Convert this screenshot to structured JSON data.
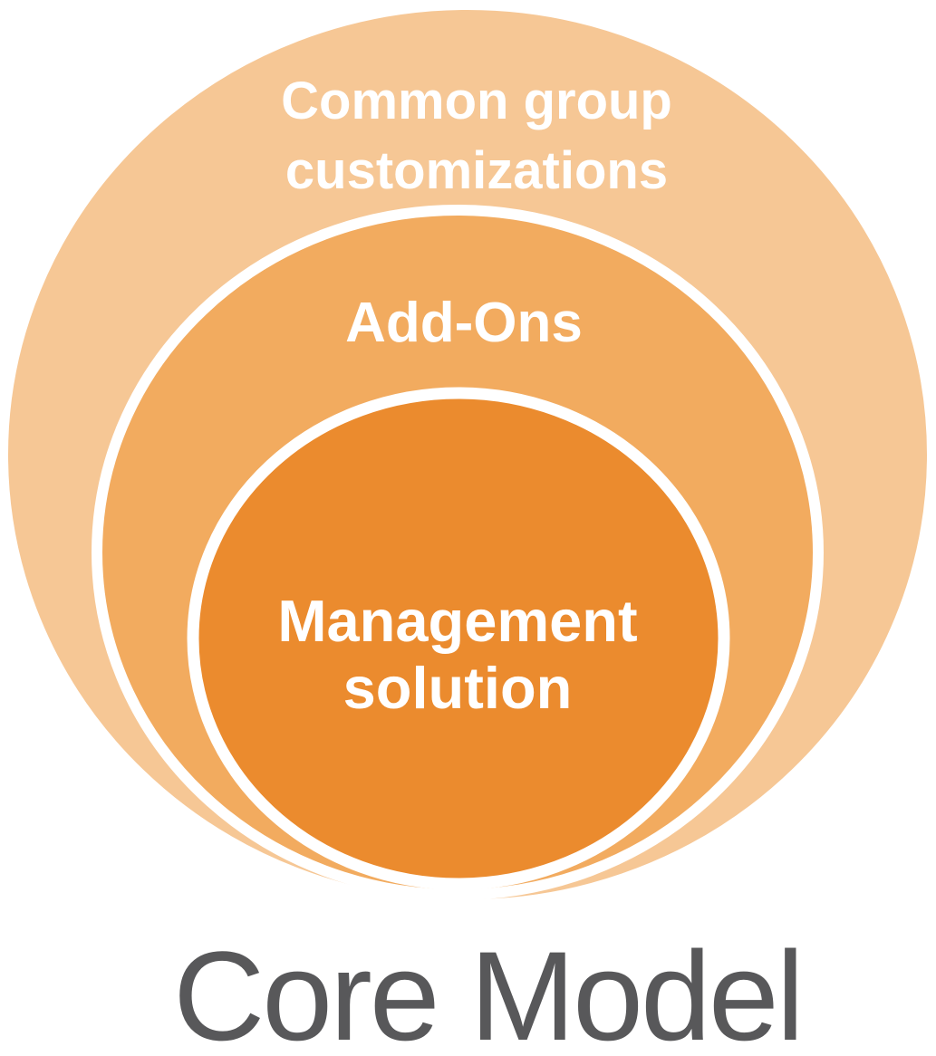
{
  "diagram": {
    "type": "nested-concentric-ellipses",
    "rings": [
      {
        "name": "outer",
        "label": "Common group customizations",
        "line1": "Common group",
        "line2": "customizations",
        "fill": "#F6C795",
        "text_color": "#FFFFFF"
      },
      {
        "name": "middle",
        "label": "Add-Ons",
        "line1": "Add-Ons",
        "fill": "#F2AB5F",
        "text_color": "#FFFFFF"
      },
      {
        "name": "inner",
        "label": "Management solution",
        "line1": "Management",
        "line2": "solution",
        "fill": "#EB8B2E",
        "text_color": "#FFFFFF"
      }
    ],
    "ring_outline_color": "#FFFFFF"
  },
  "caption": {
    "text": "Core Model",
    "color": "#58585A"
  }
}
